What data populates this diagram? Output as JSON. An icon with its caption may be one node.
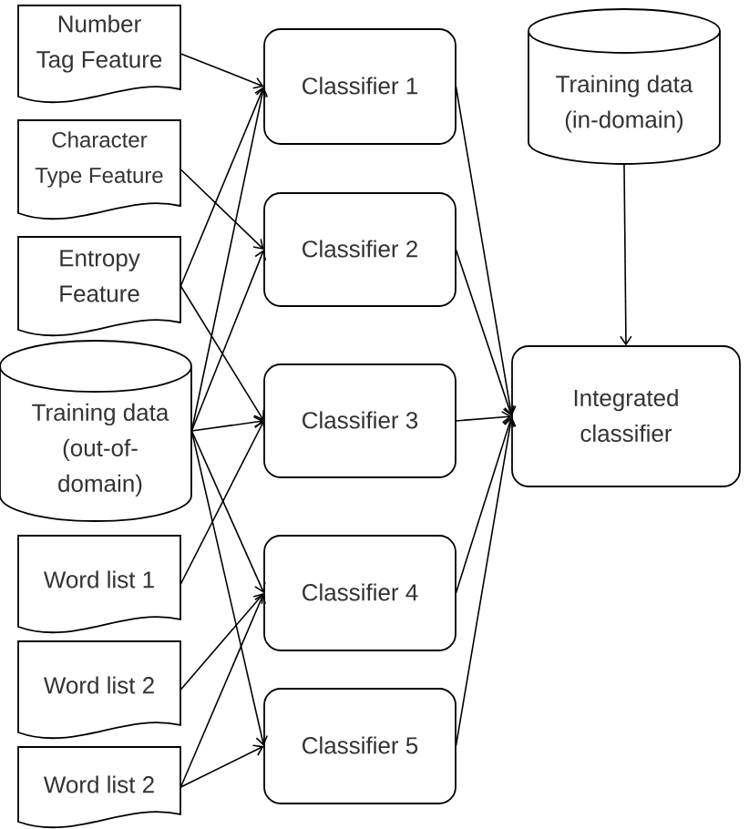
{
  "diagram": {
    "nodes": [
      {
        "text": [
          "Number Tag Feature"
        ]
      },
      {
        "text": [
          "Character Type Feature"
        ]
      },
      {
        "text": [
          "Entropy Feature"
        ]
      },
      {
        "text": [
          "Training data (out-of-domain)"
        ]
      },
      {
        "text": [
          "Word list 1"
        ]
      },
      {
        "text": [
          "Word list 2"
        ]
      },
      {
        "text": [
          "Word list 2"
        ]
      },
      {
        "text": [
          "Classifier 1"
        ]
      },
      {
        "text": [
          "Classifier 2"
        ]
      },
      {
        "text": [
          "Classifier 3"
        ]
      },
      {
        "text": [
          "Classifier 4"
        ]
      },
      {
        "text": [
          "Classifier 5"
        ]
      },
      {
        "text": [
          "Training data (in-domain)"
        ]
      },
      {
        "text": [
          "Integrated classifier"
        ]
      }
    ],
    "edges": [
      {
        "from": 0,
        "to": 7,
        "arrow": "to"
      },
      {
        "from": 1,
        "to": 8,
        "arrow": "to"
      },
      {
        "from": 2,
        "to": 7,
        "arrow": "to"
      },
      {
        "from": 2,
        "to": 9,
        "arrow": "to"
      },
      {
        "from": 3,
        "to": 7,
        "arrow": "to"
      },
      {
        "from": 3,
        "to": 8,
        "arrow": "to"
      },
      {
        "from": 3,
        "to": 9,
        "arrow": "to"
      },
      {
        "from": 3,
        "to": 10,
        "arrow": "to"
      },
      {
        "from": 3,
        "to": 11,
        "arrow": "to"
      },
      {
        "from": 4,
        "to": 9,
        "arrow": "to"
      },
      {
        "from": 5,
        "to": 10,
        "arrow": "to"
      },
      {
        "from": 6,
        "to": 10,
        "arrow": "to"
      },
      {
        "from": 6,
        "to": 11,
        "arrow": "to"
      },
      {
        "from": 7,
        "to": 13,
        "arrow": "to"
      },
      {
        "from": 8,
        "to": 13,
        "arrow": "to"
      },
      {
        "from": 9,
        "to": 13,
        "arrow": "to"
      },
      {
        "from": 10,
        "to": 13,
        "arrow": "to"
      },
      {
        "from": 11,
        "to": 13,
        "arrow": "to"
      },
      {
        "from": 12,
        "to": 13,
        "arrow": "to"
      }
    ]
  }
}
